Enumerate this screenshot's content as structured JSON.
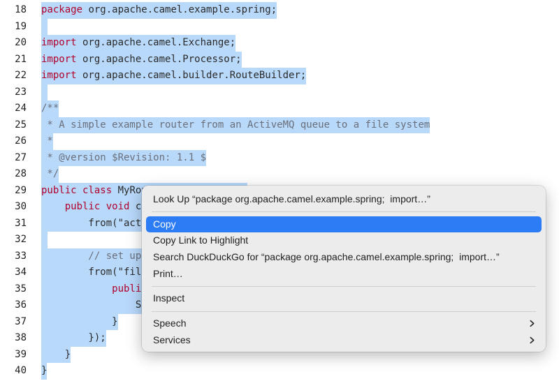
{
  "editor": {
    "lines": [
      {
        "num": "18",
        "parts": [
          {
            "t": "package",
            "c": "kw"
          },
          {
            "t": " org.apache.camel.example.spring;"
          }
        ]
      },
      {
        "num": "19",
        "parts": []
      },
      {
        "num": "20",
        "parts": [
          {
            "t": "import",
            "c": "kw"
          },
          {
            "t": " org.apache.camel.Exchange;"
          }
        ]
      },
      {
        "num": "21",
        "parts": [
          {
            "t": "import",
            "c": "kw"
          },
          {
            "t": " org.apache.camel.Processor;"
          }
        ]
      },
      {
        "num": "22",
        "parts": [
          {
            "t": "import",
            "c": "kw"
          },
          {
            "t": " org.apache.camel.builder.RouteBuilder;"
          }
        ]
      },
      {
        "num": "23",
        "parts": []
      },
      {
        "num": "24",
        "parts": [
          {
            "t": "/**",
            "c": "cm"
          }
        ]
      },
      {
        "num": "25",
        "parts": [
          {
            "t": " * A simple example router from an ActiveMQ queue to a file system",
            "c": "cm"
          }
        ]
      },
      {
        "num": "26",
        "parts": [
          {
            "t": " *",
            "c": "cm"
          }
        ]
      },
      {
        "num": "27",
        "parts": [
          {
            "t": " * @version $Revision: 1.1 $",
            "c": "cm"
          }
        ]
      },
      {
        "num": "28",
        "parts": [
          {
            "t": " */",
            "c": "cm"
          }
        ]
      },
      {
        "num": "29",
        "parts": [
          {
            "t": "public class",
            "c": "kw"
          },
          {
            "t": " MyRouteBuilder extends"
          }
        ]
      },
      {
        "num": "30",
        "parts": [
          {
            "t": "    "
          },
          {
            "t": "public void",
            "c": "kw"
          },
          {
            "t": " configure() {"
          }
        ]
      },
      {
        "num": "31",
        "parts": [
          {
            "t": "        from(\"activemq:test"
          }
        ]
      },
      {
        "num": "32",
        "parts": []
      },
      {
        "num": "33",
        "parts": [
          {
            "t": "        // set up a listener",
            "c": "cm"
          }
        ]
      },
      {
        "num": "34",
        "parts": [
          {
            "t": "        from(\"file://"
          }
        ]
      },
      {
        "num": "35",
        "parts": [
          {
            "t": "            "
          },
          {
            "t": "public",
            "c": "kw"
          },
          {
            "t": " void"
          }
        ]
      },
      {
        "num": "36",
        "parts": [
          {
            "t": "                System"
          }
        ]
      },
      {
        "num": "37",
        "parts": [
          {
            "t": "            }"
          }
        ]
      },
      {
        "num": "38",
        "parts": [
          {
            "t": "        });"
          }
        ]
      },
      {
        "num": "39",
        "parts": [
          {
            "t": "    }"
          }
        ]
      },
      {
        "num": "40",
        "parts": [
          {
            "t": "}"
          }
        ]
      }
    ]
  },
  "context_menu": {
    "items": [
      {
        "type": "item",
        "name": "menu-item-look-up",
        "label": "Look Up “package org.apache.camel.example.spring;  import…”"
      },
      {
        "type": "separator"
      },
      {
        "type": "item",
        "name": "menu-item-copy",
        "label": "Copy",
        "highlighted": true
      },
      {
        "type": "item",
        "name": "menu-item-copy-link-to-highlight",
        "label": "Copy Link to Highlight"
      },
      {
        "type": "item",
        "name": "menu-item-search-duckduckgo",
        "label": "Search DuckDuckGo for “package org.apache.camel.example.spring;  import…”"
      },
      {
        "type": "item",
        "name": "menu-item-print",
        "label": "Print…"
      },
      {
        "type": "separator"
      },
      {
        "type": "item",
        "name": "menu-item-inspect",
        "label": "Inspect"
      },
      {
        "type": "separator"
      },
      {
        "type": "item",
        "name": "menu-item-speech",
        "label": "Speech",
        "submenu": true,
        "icon": "chevron-right-icon"
      },
      {
        "type": "item",
        "name": "menu-item-services",
        "label": "Services",
        "submenu": true,
        "icon": "chevron-right-icon"
      }
    ]
  }
}
